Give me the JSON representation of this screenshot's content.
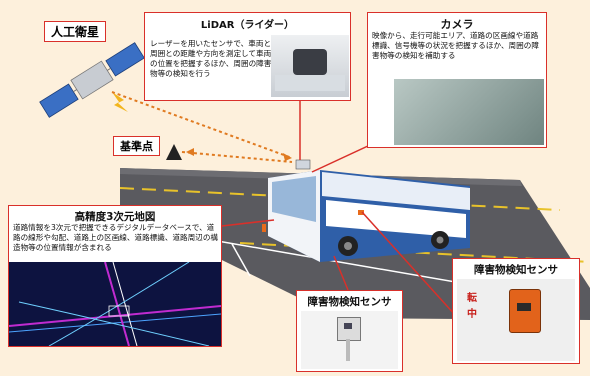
{
  "labels": {
    "satellite": "人工衛星",
    "reference_point": "基準点"
  },
  "lidar": {
    "title": "LiDAR（ライダー）",
    "desc": "レーザーを用いたセンサで、車両と周囲との距離や方向を測定して車両の位置を把握するほか、周囲の障害物等の検知を行う"
  },
  "camera": {
    "title": "カメラ",
    "desc": "映像から、走行可能エリア、道路の区画線や道路標識、信号機等の状況を把握するほか、周囲の障害物等の検知を補助する"
  },
  "hdmap": {
    "title": "高精度3次元地図",
    "desc": "道路情報を3次元で把握できるデジタルデータベースで、道路の線形や勾配、道路上の区画線、道路標識、道路周辺の構造物等の位置情報が含まれる"
  },
  "obstacle_sensor_right": {
    "title": "障害物検知センサ",
    "sign_text": "転中"
  },
  "obstacle_sensor_bottom": {
    "title": "障害物検知センサ"
  },
  "colors": {
    "border": "#d9302a",
    "arrow": "#e07a20",
    "background": "#fdf0dc"
  }
}
